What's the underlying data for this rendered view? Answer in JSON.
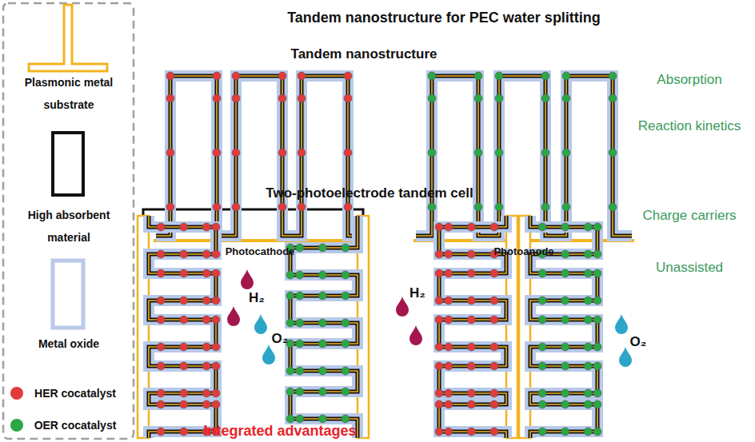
{
  "diagram": {
    "title": "Tandem nanostructure for PEC water splitting",
    "labels": [
      "Tandem nanostructure",
      "Photocathode",
      "Photoanode",
      "Absorption",
      "Reaction kinetics",
      "Two-photoelectrode tandem cell",
      "Charge carriers",
      "H₂",
      "O₂",
      "H₂",
      "O₂",
      "Unassisted",
      "Integrated advantages"
    ],
    "legend": [
      {
        "text": "Plasmonic metal substrate"
      },
      {
        "text": "High absorbent material"
      },
      {
        "text": "Metal oxide"
      },
      {
        "text": "HER cocatalyst",
        "color": "#e23b3b"
      },
      {
        "text": "OER cocatalyst",
        "color": "#2aa845"
      }
    ]
  }
}
